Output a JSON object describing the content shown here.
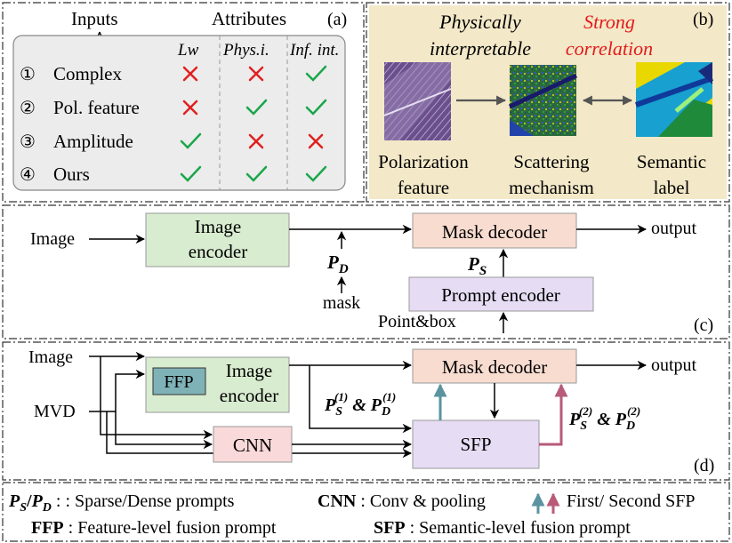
{
  "panel_a": {
    "tag": "(a)",
    "inputs_header": "Inputs",
    "attributes_header": "Attributes",
    "col_headers": [
      "Lw",
      "Phys.i.",
      "Inf. int."
    ],
    "rows": [
      {
        "index": "①",
        "label": "Complex",
        "marks": [
          "cross",
          "cross",
          "check"
        ]
      },
      {
        "index": "②",
        "label": "Pol. feature",
        "marks": [
          "cross",
          "check",
          "check"
        ]
      },
      {
        "index": "③",
        "label": "Amplitude",
        "marks": [
          "check",
          "cross",
          "cross"
        ]
      },
      {
        "index": "④",
        "label": "Ours",
        "marks": [
          "check",
          "check",
          "check"
        ]
      }
    ]
  },
  "panel_b": {
    "tag": "(b)",
    "phys_line1": "Physically",
    "phys_line2": "interpretable",
    "strong_line1": "Strong",
    "strong_line2": "correlation",
    "captions": [
      {
        "line1": "Polarization",
        "line2": "feature"
      },
      {
        "line1": "Scattering",
        "line2": "mechanism"
      },
      {
        "line1": "Semantic",
        "line2": "label"
      }
    ]
  },
  "panel_c": {
    "tag": "(c)",
    "image": "Image",
    "image_encoder_1": "Image",
    "image_encoder_2": "encoder",
    "pd_base": "P",
    "pd_sub": "D",
    "mask": "mask",
    "mask_decoder": "Mask decoder",
    "output": "output",
    "ps_base": "P",
    "ps_sub": "S",
    "prompt_encoder": "Prompt encoder",
    "point_box": "Point&box"
  },
  "panel_d": {
    "tag": "(d)",
    "image": "Image",
    "mvd": "MVD",
    "ffp": "FFP",
    "image_encoder_1": "Image",
    "image_encoder_2": "encoder",
    "cnn": "CNN",
    "mask_decoder": "Mask decoder",
    "output": "output",
    "sfp": "SFP",
    "prompt1": {
      "p": "P",
      "s": "S",
      "sup1": "(1)",
      "amp": " & ",
      "d": "D",
      "sup2": "(1)"
    },
    "prompt2": {
      "p": "P",
      "s": "S",
      "sup1": "(2)",
      "amp": " & ",
      "d": "D",
      "sup2": "(2)"
    }
  },
  "legend": {
    "ps_pd_p1": "P",
    "ps_pd_s": "S",
    "ps_pd_slash": "/",
    "ps_pd_p2": "P",
    "ps_pd_d": "D",
    "ps_pd_desc": " : : Sparse/Dense prompts",
    "cnn_key": "CNN",
    "cnn_desc": " : Conv & pooling",
    "sfp_arrows_desc": "First/ Second SFP",
    "ffp_key": "FFP",
    "ffp_desc": " : Feature-level fusion prompt",
    "sfp_key": "SFP",
    "sfp_desc": " : Semantic-level fusion prompt"
  },
  "colors": {
    "cross": "#e02020",
    "check": "#1aa64a",
    "strong": "#e21b1b",
    "encoder_fill": "#d8ecd0",
    "decoder_fill": "#f8dcd0",
    "prompt_fill": "#e6dcf3",
    "ffp_fill": "#7fb2b7",
    "cnn_fill": "#f9d9d9",
    "teal_arrow": "#5b93a0",
    "pink_arrow": "#b85a78",
    "beige": "#f3e8c8"
  }
}
